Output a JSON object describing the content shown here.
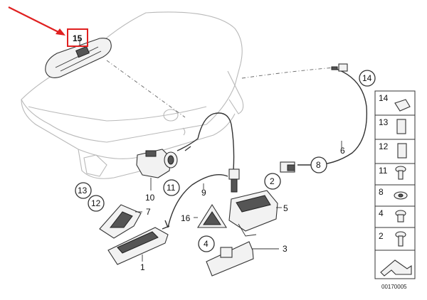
{
  "diagram": {
    "highlight_color": "#e02020",
    "callouts": {
      "c1": "1",
      "c2": "2",
      "c3": "3",
      "c4": "4",
      "c5": "5",
      "c6": "6",
      "c7": "7",
      "c8": "8",
      "c9": "9",
      "c10": "10",
      "c11": "11",
      "c12": "12",
      "c13": "13",
      "c14": "14",
      "c15": "15",
      "c16": "16"
    },
    "legend": {
      "r14": "14",
      "r13": "13",
      "r12": "12",
      "r11": "11",
      "r8": "8",
      "r4": "4",
      "r2": "2"
    },
    "diagram_id": "00170005"
  }
}
